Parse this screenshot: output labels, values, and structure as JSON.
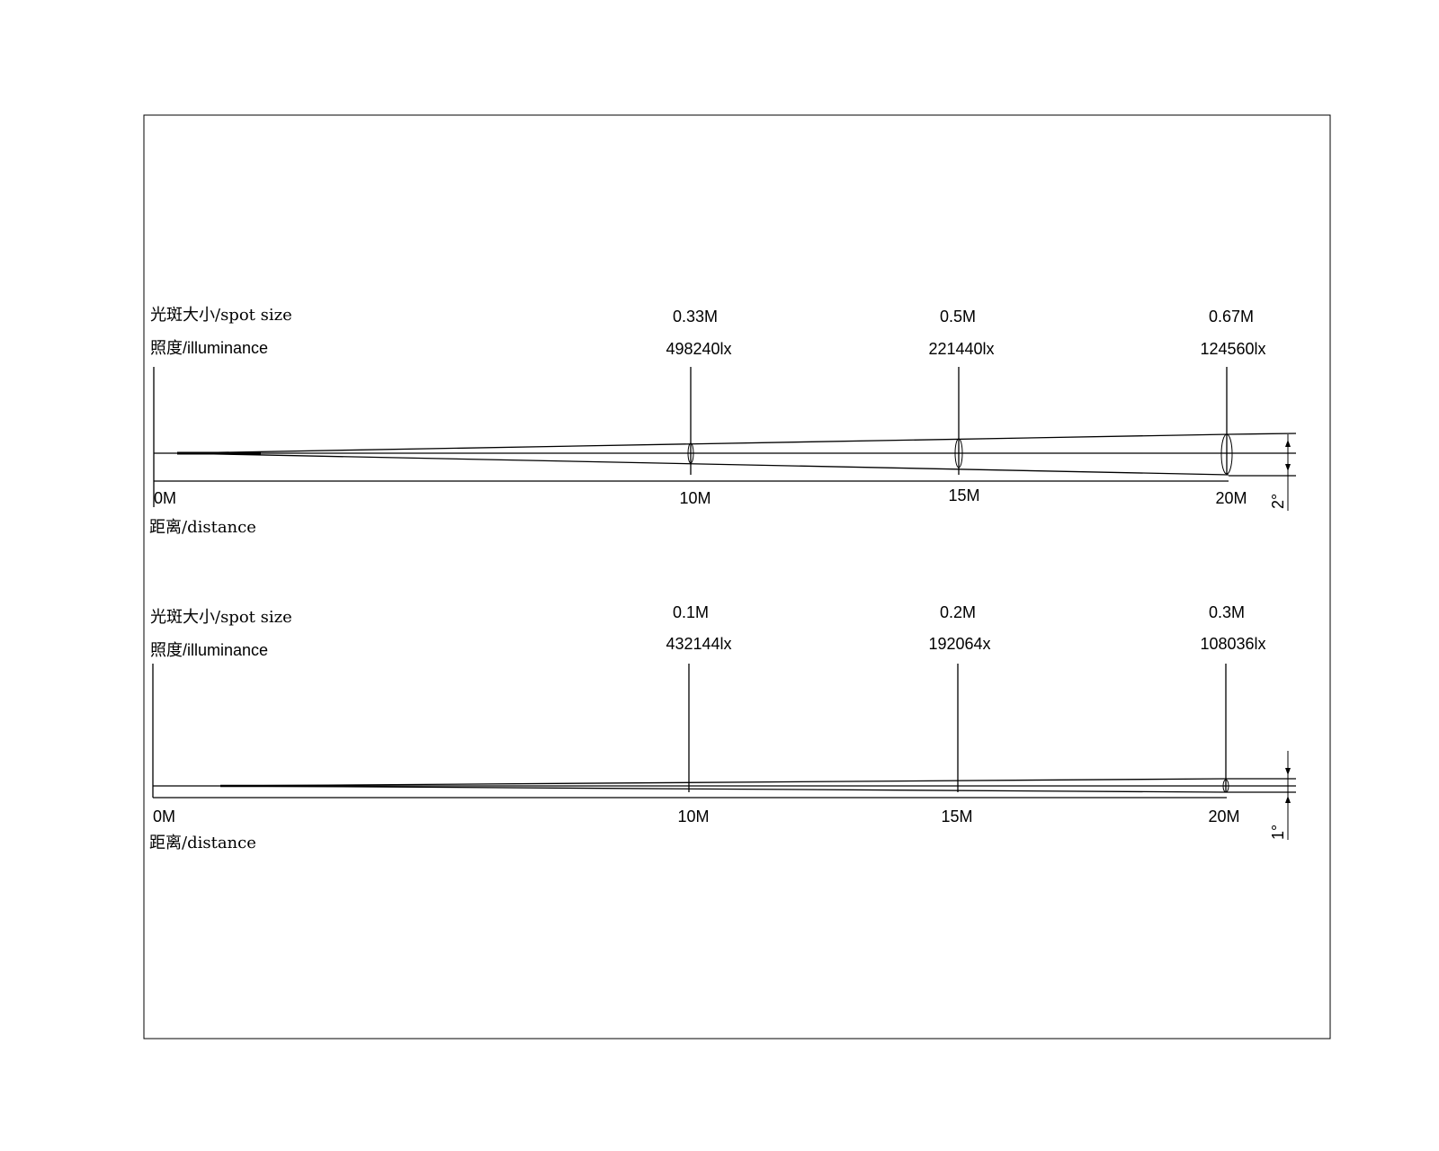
{
  "labels": {
    "spot_size": "光斑大小/spot size",
    "illuminance": "照度/illuminance",
    "distance": "距离/distance"
  },
  "panels": [
    {
      "beam_angle": "2°",
      "start_distance": "0M",
      "points": [
        {
          "distance": "10M",
          "spot_size": "0.33M",
          "illuminance": "498240lx"
        },
        {
          "distance": "15M",
          "spot_size": "0.5M",
          "illuminance": "221440lx"
        },
        {
          "distance": "20M",
          "spot_size": "0.67M",
          "illuminance": "124560lx"
        }
      ]
    },
    {
      "beam_angle": "1°",
      "start_distance": "0M",
      "points": [
        {
          "distance": "10M",
          "spot_size": "0.1M",
          "illuminance": "432144lx"
        },
        {
          "distance": "15M",
          "spot_size": "0.2M",
          "illuminance": "192064x"
        },
        {
          "distance": "20M",
          "spot_size": "0.3M",
          "illuminance": "108036lx"
        }
      ]
    }
  ]
}
